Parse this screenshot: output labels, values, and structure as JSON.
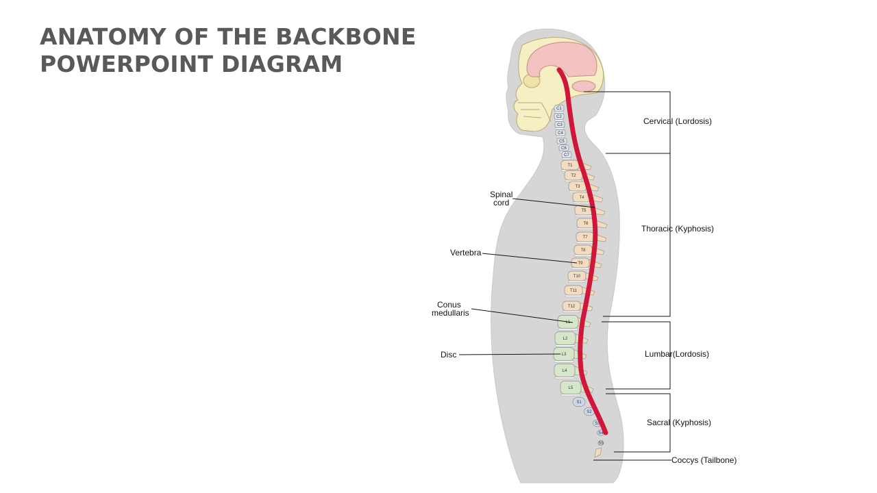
{
  "title": {
    "line1": "ANATOMY OF THE BACKBONE",
    "line2": "POWERPOINT DIAGRAM"
  },
  "left_labels": {
    "spinal_cord_line1": "Spinal",
    "spinal_cord_line2": "cord",
    "vertebra": "Vertebra",
    "conus_line1": "Conus",
    "conus_line2": "medullaris",
    "disc": "Disc"
  },
  "regions": {
    "cervical": "Cervical  (Lordosis)",
    "thoracic": "Thoracic  (Kyphosis)",
    "lumbar": "Lumbar(Lordosis)",
    "sacral": "Sacral (Kyphosis)",
    "coccyx": "Coccys (Tailbone)"
  },
  "vertebrae": {
    "cervical": [
      "C1",
      "C2",
      "C3",
      "C4",
      "C5",
      "C6",
      "C7"
    ],
    "thoracic": [
      "T1",
      "T2",
      "T3",
      "T4",
      "T5",
      "T6",
      "T7",
      "T8",
      "T9",
      "T10",
      "T11",
      "T12"
    ],
    "lumbar": [
      "L1",
      "L2",
      "L3",
      "L4",
      "L5"
    ],
    "sacral": [
      "S1",
      "S2",
      "S3",
      "S4",
      "S5"
    ]
  },
  "colors": {
    "body": "#d6d6d6",
    "skull": "#f7efc4",
    "brain": "#f2c3c0",
    "spinal_cord": "#d0173a",
    "thoracic": "#f3dcc0",
    "lumbar": "#d6e6c9",
    "sacral": "#cdd8ee",
    "cervical": "#dde4f0"
  }
}
